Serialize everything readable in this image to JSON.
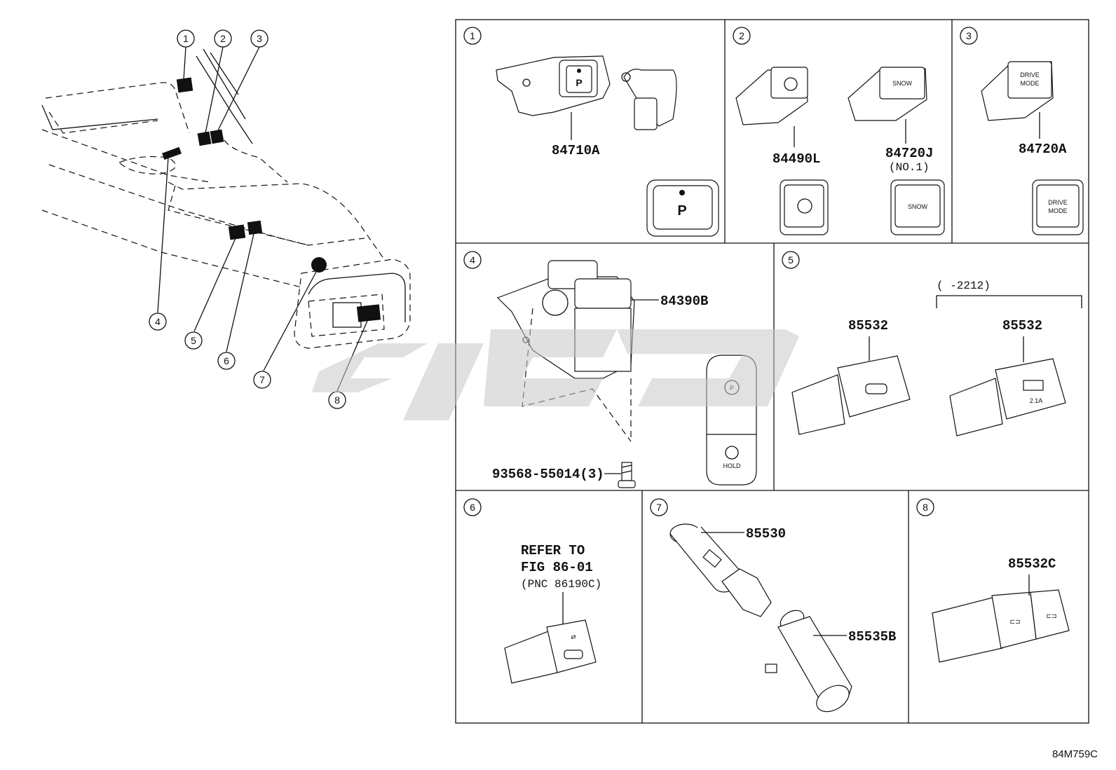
{
  "overview_callouts": [
    "1",
    "2",
    "3",
    "4",
    "5",
    "6",
    "7",
    "8"
  ],
  "panels": [
    {
      "num": "1",
      "parts": [
        "84710A"
      ],
      "switch_text": "P"
    },
    {
      "num": "2",
      "parts": [
        "84490L",
        "84720J"
      ],
      "note": "(NO.1)",
      "switch_text": "SNOW"
    },
    {
      "num": "3",
      "parts": [
        "84720A"
      ],
      "switch_text": "DRIVE MODE"
    },
    {
      "num": "4",
      "parts": [
        "84390B",
        "93568-55014(3)"
      ],
      "switch_text": "HOLD"
    },
    {
      "num": "5",
      "parts": [
        "85532",
        "85532"
      ],
      "range": "(      -2212)",
      "switch_text": "2.1A"
    },
    {
      "num": "6",
      "refer": [
        "REFER TO",
        "FIG 86-01",
        "(PNC 86190C)"
      ]
    },
    {
      "num": "7",
      "parts": [
        "85530",
        "85535B"
      ]
    },
    {
      "num": "8",
      "parts": [
        "85532C"
      ]
    }
  ],
  "diagram_code": "84M759C",
  "colors": {
    "line": "#111111",
    "background": "#ffffff",
    "watermark": "#d0d0d0"
  }
}
